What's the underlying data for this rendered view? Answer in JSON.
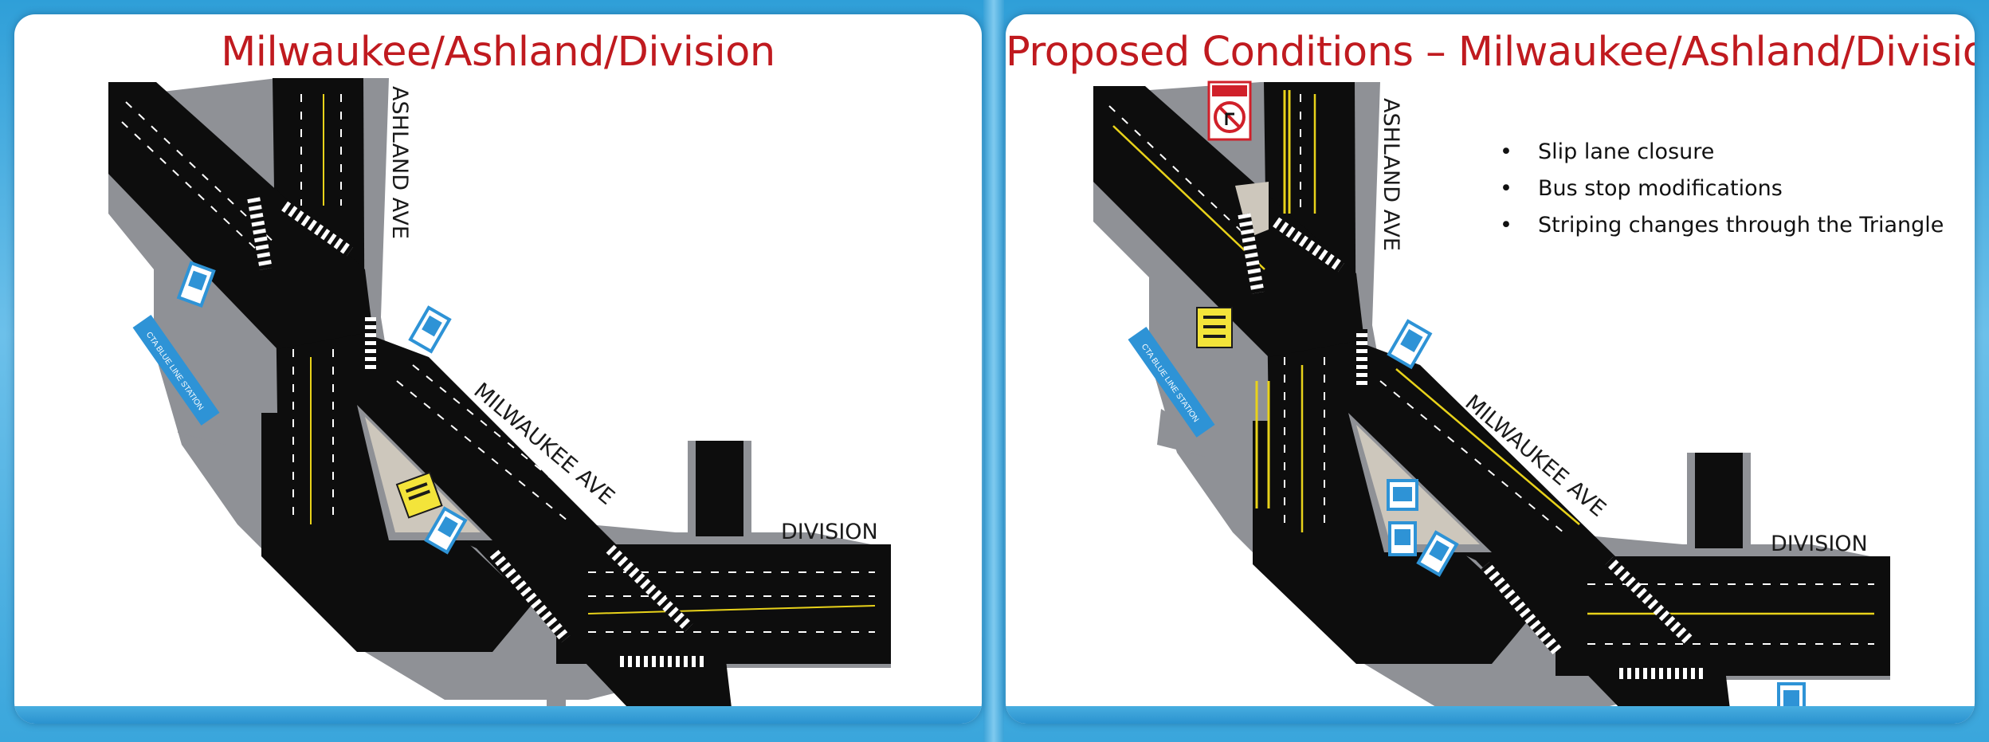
{
  "left_slide": {
    "title": "Milwaukee/Ashland/Division",
    "labels": {
      "ashland": "ASHLAND AVE",
      "milwaukee": "MILWAUKEE AVE",
      "division": "DIVISION",
      "cta_station": "CTA BLUE LINE STATION"
    }
  },
  "right_slide": {
    "title": "Proposed Conditions – Milwaukee/Ashland/Division",
    "labels": {
      "ashland": "ASHLAND AVE",
      "milwaukee": "MILWAUKEE AVE",
      "division": "DIVISION",
      "cta_station": "CTA BLUE LINE STATION"
    },
    "bullet_glyph": "•",
    "bullets": [
      "Slip lane closure",
      "Bus stop modifications",
      "Striping changes through the Triangle"
    ]
  },
  "colors": {
    "title": "#c01a1f",
    "road": "#0d0d0d",
    "sidewalk": "#8f9196",
    "triangle_plaza": "#cdc7bc",
    "cta_sign": "#2e93d6",
    "lane_marking": "#e8d21a",
    "no_turn_sign": "#d0202a"
  },
  "icons": [
    "bus-stop-icon",
    "cta-station-sign",
    "no-right-turn-sign",
    "crosswalk"
  ]
}
